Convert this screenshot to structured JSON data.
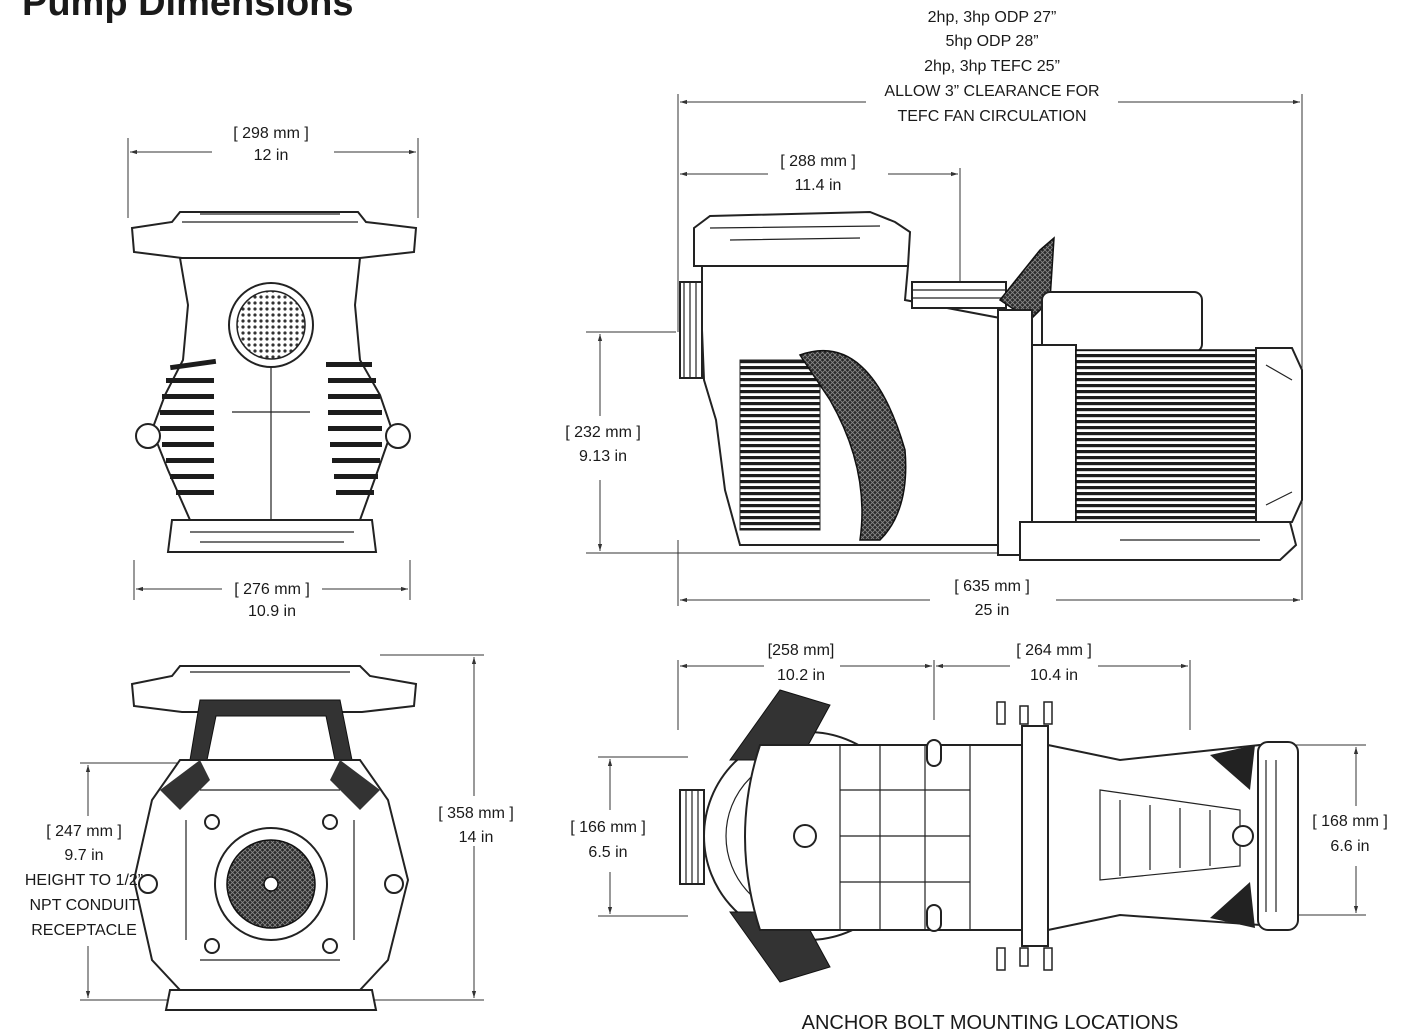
{
  "title": "Pump Dimensions",
  "views": {
    "front_top": {
      "top_width": [
        "[ 298 mm ]",
        "12 in"
      ],
      "base_width": [
        "[ 276 mm ]",
        "10.9 in"
      ]
    },
    "side": {
      "overall_notes": [
        "2hp, 3hp ODP 27”",
        "5hp ODP 28”",
        "2hp, 3hp TEFC 25”",
        "ALLOW 3” CLEARANCE FOR",
        "TEFC FAN CIRCULATION"
      ],
      "inlet_length": [
        "[ 288 mm ]",
        "11.4 in"
      ],
      "height": [
        "[ 232 mm ]",
        "9.13 in"
      ],
      "overall_length": [
        "[ 635 mm ]",
        "25 in"
      ]
    },
    "front_bottom": {
      "conduit_height": [
        "[ 247 mm ]",
        "9.7 in",
        "HEIGHT TO 1/2”",
        "NPT CONDUIT",
        "RECEPTACLE"
      ],
      "overall_height": [
        "[ 358 mm ]",
        "14 in"
      ]
    },
    "top": {
      "bolt_spacing_left": [
        "[258 mm]",
        "10.2 in"
      ],
      "bolt_spacing_right": [
        "[ 264 mm ]",
        "10.4 in"
      ],
      "left_width": [
        "[ 166 mm ]",
        "6.5 in"
      ],
      "right_width": [
        "[ 168 mm ]",
        "6.6 in"
      ],
      "caption": "ANCHOR BOLT MOUNTING LOCATIONS"
    }
  }
}
